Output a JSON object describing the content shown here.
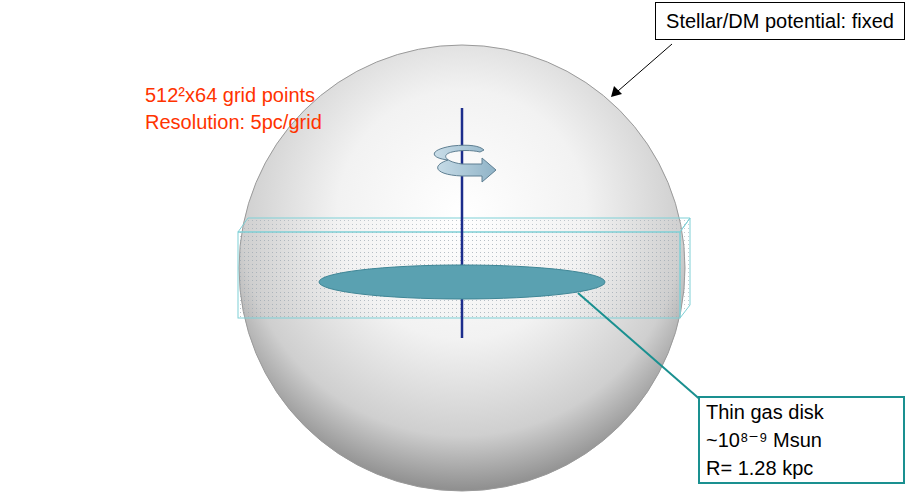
{
  "diagram": {
    "nodes": [
      {
        "text": [
          "Stellar/DM potential: fixed"
        ]
      },
      {
        "text": [
          "Thin gas disk",
          "~10⁸⁻⁹ Msun",
          "R= 1.28 kpc"
        ]
      }
    ],
    "labels": [
      "512²x64 grid points",
      "Resolution: 5pc/grid"
    ]
  }
}
